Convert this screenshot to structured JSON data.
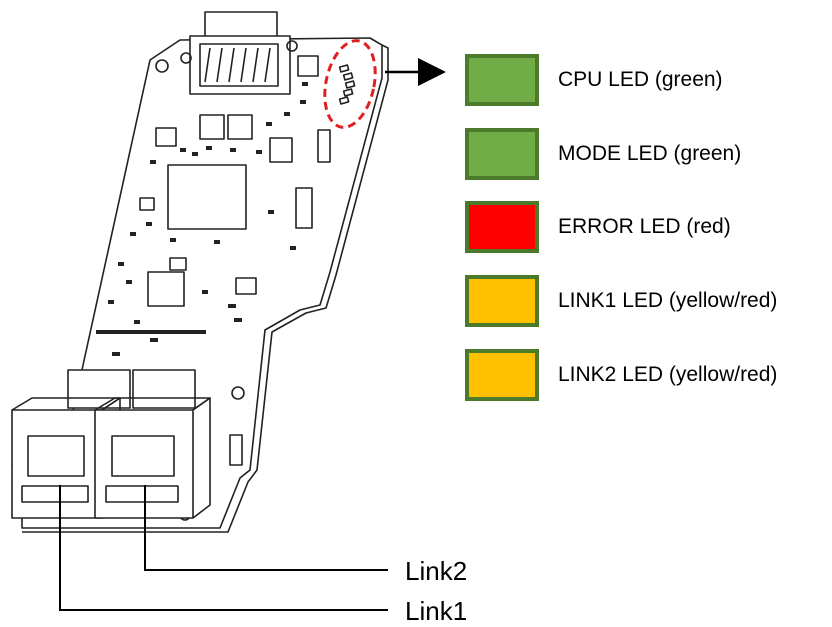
{
  "legend": {
    "items": [
      {
        "label": "CPU LED (green)",
        "color": "#70AD47"
      },
      {
        "label": "MODE LED (green)",
        "color": "#70AD47"
      },
      {
        "label": "ERROR LED (red)",
        "color": "#FF0000"
      },
      {
        "label": "LINK1 LED (yellow/red)",
        "color": "#FFC000"
      },
      {
        "label": "LINK2 LED (yellow/red)",
        "color": "#FFC000"
      }
    ],
    "border_color": "#4A7A2A"
  },
  "callouts": {
    "link2": "Link2",
    "link1": "Link1"
  },
  "highlight": {
    "color": "#E02020",
    "style": "dashed ellipse"
  }
}
